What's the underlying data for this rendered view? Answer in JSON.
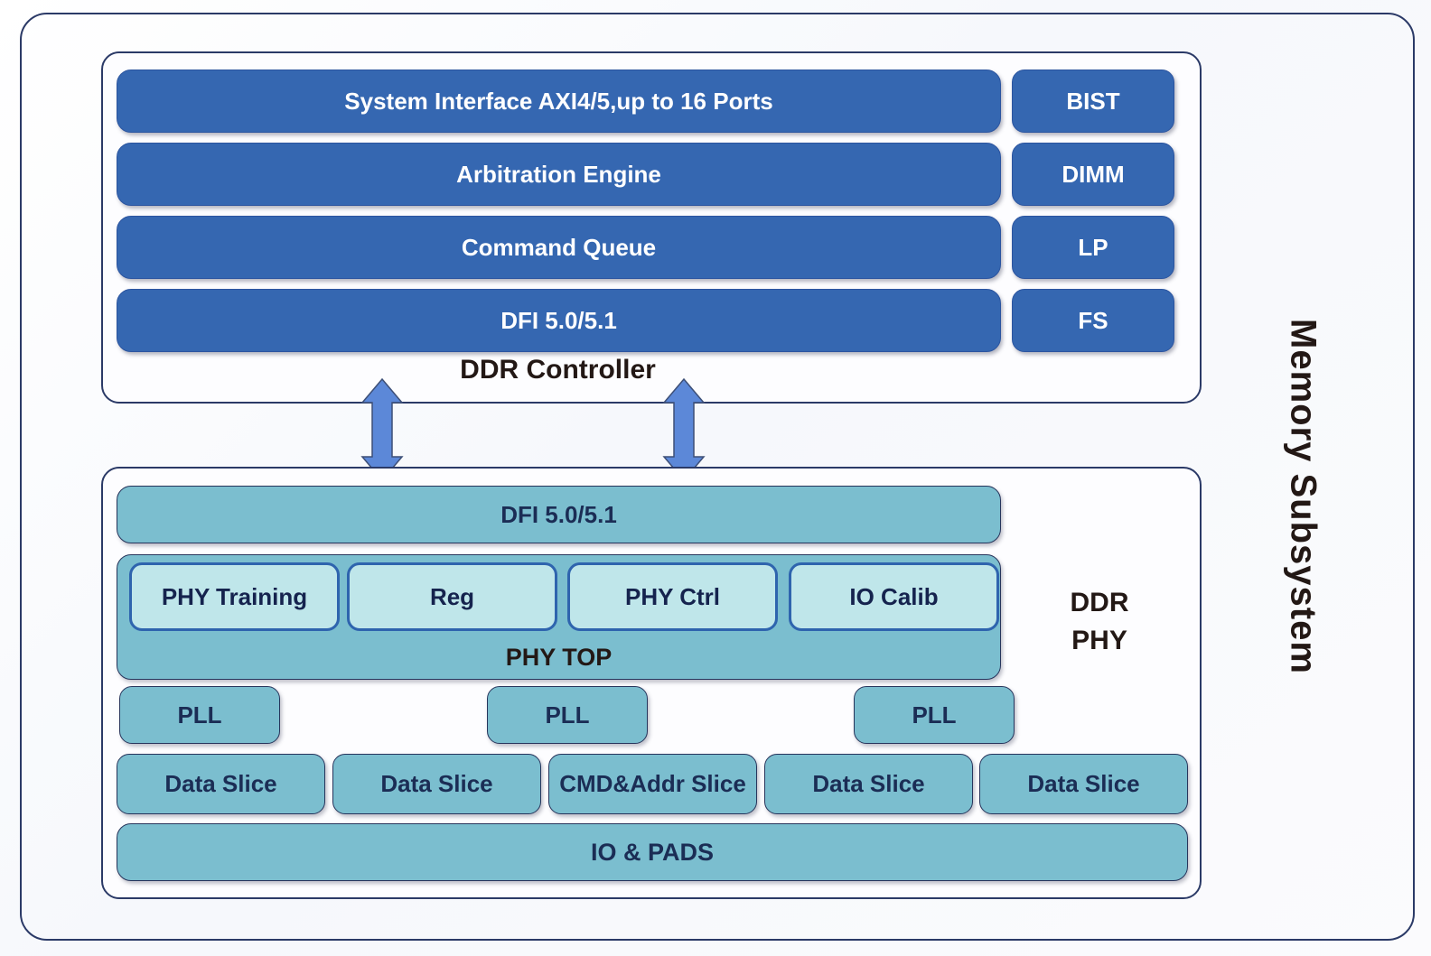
{
  "title": "Memory Subsystem",
  "controller": {
    "label": "DDR Controller",
    "rows": [
      {
        "main": "System Interface AXI4/5,up to 16 Ports",
        "side": "BIST"
      },
      {
        "main": "Arbitration Engine",
        "side": "DIMM"
      },
      {
        "main": "Command Queue",
        "side": "LP"
      },
      {
        "main": "DFI 5.0/5.1",
        "side": "FS"
      }
    ]
  },
  "phy": {
    "label_line1": "DDR",
    "label_line2": "PHY",
    "dfi_label": "DFI 5.0/5.1",
    "phy_top": {
      "label": "PHY TOP",
      "blocks": [
        "PHY Training",
        "Reg",
        "PHY Ctrl",
        "IO Calib"
      ]
    },
    "pll_labels": [
      "PLL",
      "PLL",
      "PLL"
    ],
    "slice_labels": [
      "Data Slice",
      "Data Slice",
      "CMD&Addr Slice",
      "Data Slice",
      "Data Slice"
    ],
    "io_pads_label": "IO & PADS"
  },
  "icons": {
    "flow_arrows": "double-headed-vertical-arrow"
  },
  "colors": {
    "controller_block": "#3567b1",
    "phy_block": "#7bbecf",
    "phy_inner_block": "#bfe6ea",
    "phy_inner_border": "#2e64ae",
    "arrow_fill": "#5c88d8",
    "frame_border": "#2b3a67",
    "block_text_light": "#ffffff",
    "block_text_dark": "#1b2d55",
    "label_text": "#231815"
  }
}
